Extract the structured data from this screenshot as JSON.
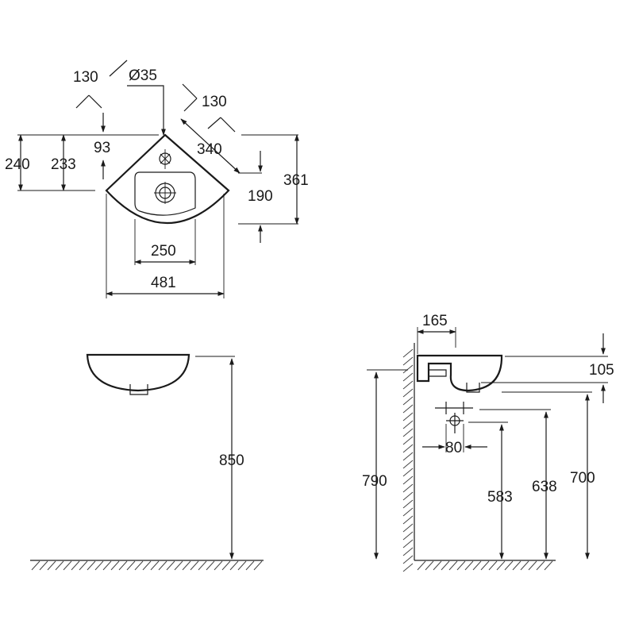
{
  "top_view": {
    "labels": {
      "d130_left": "130",
      "d35": "Ø35",
      "d130_right": "130",
      "d93": "93",
      "d340": "340",
      "d240": "240",
      "d233": "233",
      "d361": "361",
      "d190": "190",
      "d250": "250",
      "d481": "481"
    }
  },
  "front_view": {
    "labels": {
      "d850": "850"
    }
  },
  "side_view": {
    "labels": {
      "d165": "165",
      "d105": "105",
      "d80": "80",
      "d790": "790",
      "d583": "583",
      "d638": "638",
      "d700": "700"
    }
  },
  "colors": {
    "ink": "#1a1a1a",
    "background": "#ffffff"
  }
}
